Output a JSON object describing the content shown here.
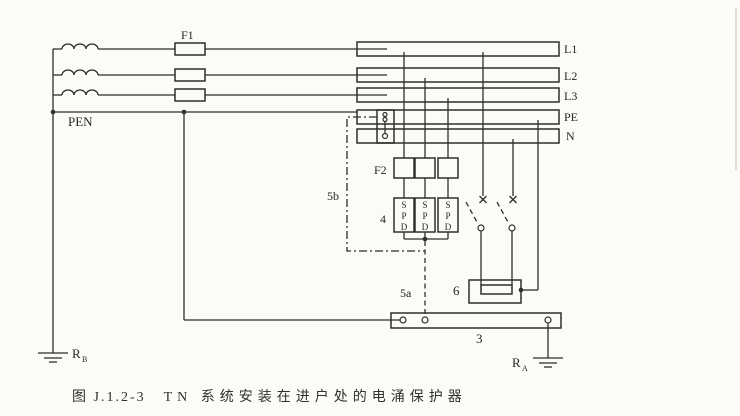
{
  "figure": {
    "caption_number": "图 J.1.2-3",
    "caption_title": "TN 系统安装在进户处的电涌保护器"
  },
  "buses": [
    {
      "label": "L1"
    },
    {
      "label": "L2"
    },
    {
      "label": "L3"
    },
    {
      "label": "PE"
    },
    {
      "label": "N"
    }
  ],
  "labels": {
    "f1": "F1",
    "f2": "F2",
    "pen": "PEN",
    "num3": "3",
    "num4": "4",
    "num6": "6",
    "ref5a": "5a",
    "ref5b": "5b",
    "r_symbol": "R",
    "rb_sub": "B",
    "ra_sub": "A"
  },
  "spd": {
    "letters": [
      "S",
      "P",
      "D"
    ]
  },
  "colors": {
    "ink": "#2e2e2e",
    "paper": "#fcfbf7"
  }
}
